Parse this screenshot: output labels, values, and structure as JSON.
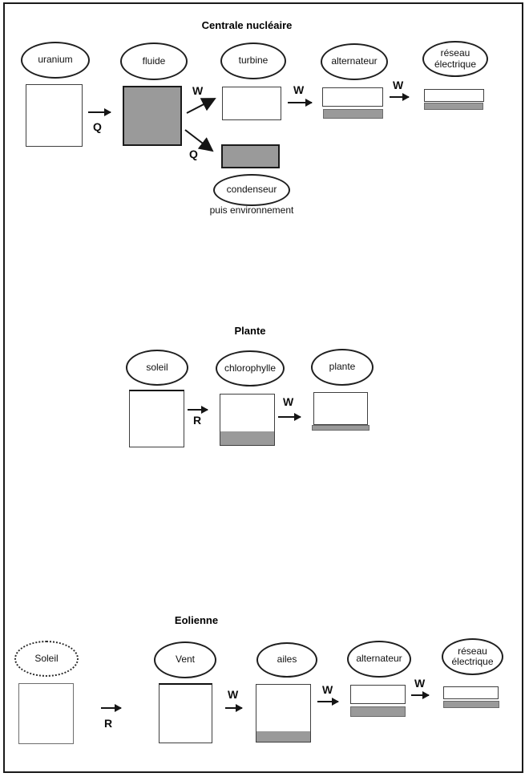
{
  "sections": {
    "nuclear": {
      "title": "Centrale nucléaire",
      "ellipses": {
        "uranium": "uranium",
        "fluide": "fluide",
        "turbine": "turbine",
        "alternateur": "alternateur",
        "reseau_line1": "réseau",
        "reseau_line2": "électrique",
        "condenseur": "condenseur"
      },
      "labels": {
        "q_uranium_fluide": "Q",
        "w_fluide_turbine": "W",
        "q_fluide_condenseur": "Q",
        "w_turbine_alternateur": "W",
        "w_alternateur_reseau": "W"
      },
      "note": "puis environnement"
    },
    "plante": {
      "title": "Plante",
      "ellipses": {
        "soleil": "soleil",
        "chlorophylle": "chlorophylle",
        "plante": "plante"
      },
      "labels": {
        "r_soleil_chlorophylle": "R",
        "w_chlorophylle_plante": "W"
      }
    },
    "eolienne": {
      "title": "Eolienne",
      "ellipses": {
        "soleil": "Soleil",
        "vent": "Vent",
        "ailes": "ailes",
        "alternateur": "alternateur",
        "reseau_line1": "réseau",
        "reseau_line2": "électrique"
      },
      "labels": {
        "r_soleil_vent": "R",
        "w_vent_ailes": "W",
        "w_ailes_alternateur": "W",
        "w_alternateur_reseau": "W"
      }
    }
  },
  "colors": {
    "gray_fill": "#9a9a9a",
    "line": "#151515"
  }
}
